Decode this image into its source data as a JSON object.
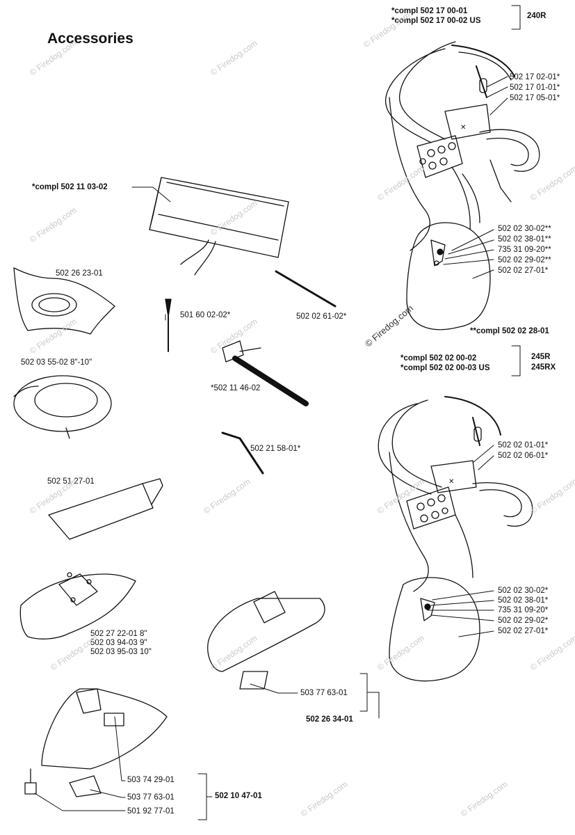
{
  "page": {
    "title": "Accessories",
    "watermark": "© Firedog.com",
    "watermark_center": "© Firedog.com"
  },
  "harness_240r": {
    "compl_a": "*compl 502 17 00-01",
    "compl_b": "*compl 502 17 00-02 US",
    "model": "240R",
    "parts": [
      "502 17 02-01*",
      "502 17 01-01*",
      "502 17 05-01*"
    ],
    "lower_parts": [
      "502 02 30-02**",
      "502 02 38-01**",
      "735 31 09-20**",
      "502 02 29-02**",
      "502 02 27-01*"
    ],
    "lower_compl": "**compl 502 02 28-01"
  },
  "harness_245": {
    "compl_a": "*compl 502 02 00-02",
    "compl_b": "*compl 502 02 00-03 US",
    "model_a": "245R",
    "model_b": "245RX",
    "parts": [
      "502 02 01-01*",
      "502 02 06-01*"
    ],
    "lower_parts": [
      "502 02 30-02*",
      "502 02 38-01*",
      "735 31 09-20*",
      "502 02 29-02*",
      "502 02 27-01*"
    ]
  },
  "left_parts": {
    "bag": "*compl 502 11 03-02",
    "guard_top": "502 26 23-01",
    "screwdriver": "501 60 02-02*",
    "pin": "502 02 61-02*",
    "guard_ring": "502 03 55-02 8\"-10\"",
    "wrench": "*502 11 46-02",
    "hex_key": "502 21 58-01*",
    "grease": "502 51 27-01",
    "guard_a": [
      "502 27 22-01 8\"",
      "502 03 94-03 9\"",
      "502 03 95-03 10\""
    ],
    "plate_1": "503 77 63-01",
    "guard_b_compl": "502 26 34-01",
    "plate_2": "503 74 29-01",
    "plate_3": "503 77 63-01",
    "bolt": "501 92 77-01",
    "guard_c_compl": "502 10 47-01"
  }
}
